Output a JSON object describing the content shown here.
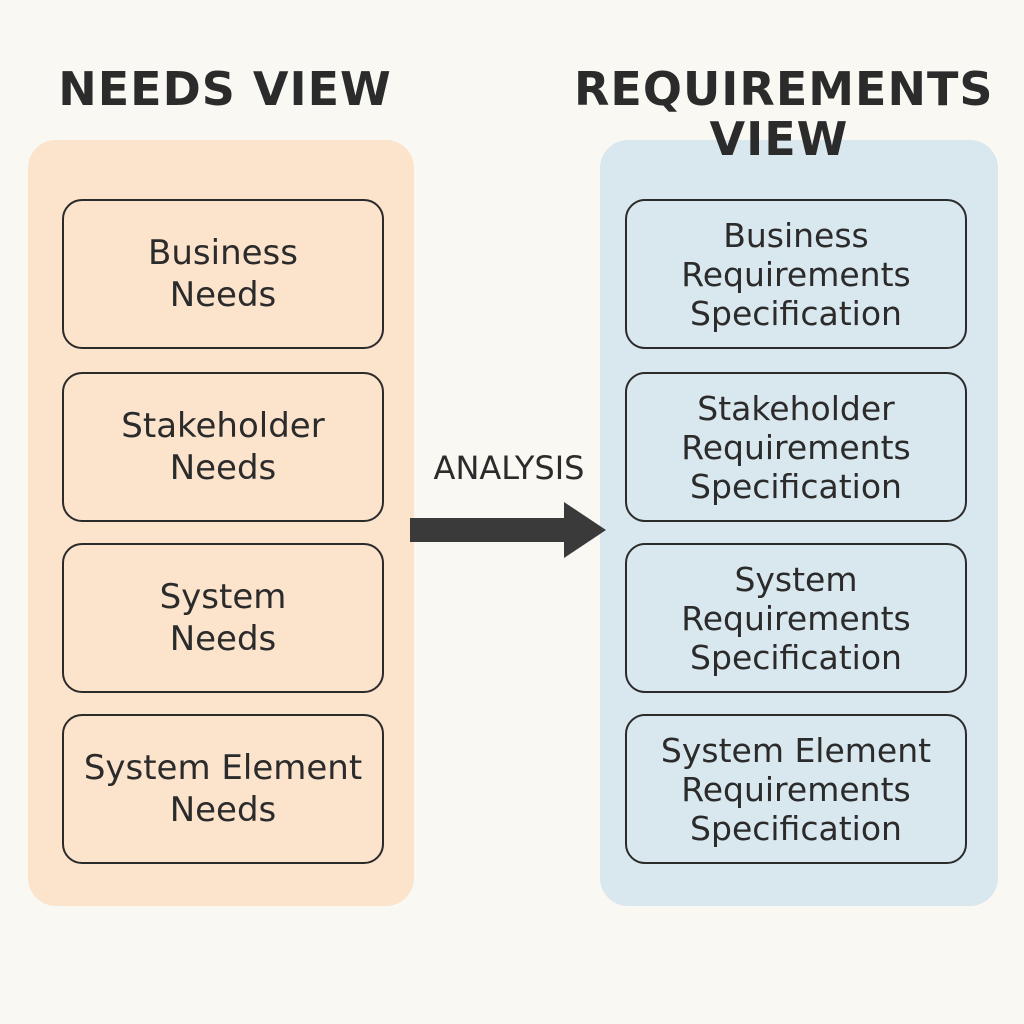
{
  "needs_view": {
    "title": "NEEDS VIEW",
    "items": [
      {
        "label": "Business\nNeeds"
      },
      {
        "label": "Stakeholder\nNeeds"
      },
      {
        "label": "System\nNeeds"
      },
      {
        "label": "System Element\nNeeds"
      }
    ]
  },
  "requirements_view": {
    "title": "REQUIREMENTS\nVIEW",
    "items": [
      {
        "label": "Business\nRequirements\nSpecification"
      },
      {
        "label": "Stakeholder\nRequirements\nSpecification"
      },
      {
        "label": "System\nRequirements\nSpecification"
      },
      {
        "label": "System Element\nRequirements\nSpecification"
      }
    ]
  },
  "transition": {
    "label": "ANALYSIS"
  },
  "colors": {
    "background": "#faf8f3",
    "needs_panel": "#fbe3cc",
    "requirements_panel": "#d9e7ee",
    "text": "#2b2b2b",
    "arrow": "#3a3a3a"
  }
}
